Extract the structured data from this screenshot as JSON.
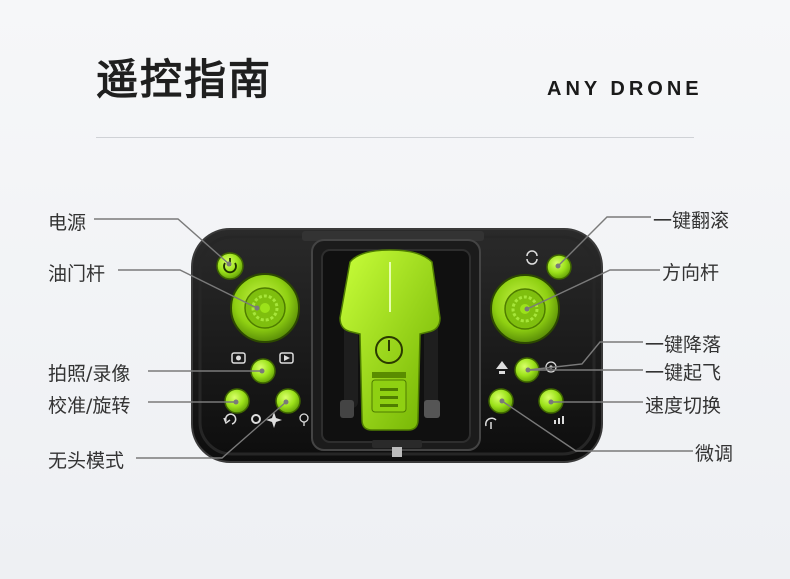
{
  "header": {
    "title": "遥控指南",
    "brand": "ANY DRONE"
  },
  "labels": {
    "power": "电源",
    "throttle": "油门杆",
    "photo_video": "拍照/录像",
    "calibrate_rotate": "校准/旋转",
    "headless": "无头模式",
    "flip": "一键翻滚",
    "direction": "方向杆",
    "land": "一键降落",
    "takeoff": "一键起飞",
    "speed": "速度切换",
    "trim": "微调"
  },
  "colors": {
    "accent": "#9ce21a",
    "body": "#141414",
    "line": "#7a7a7a"
  }
}
